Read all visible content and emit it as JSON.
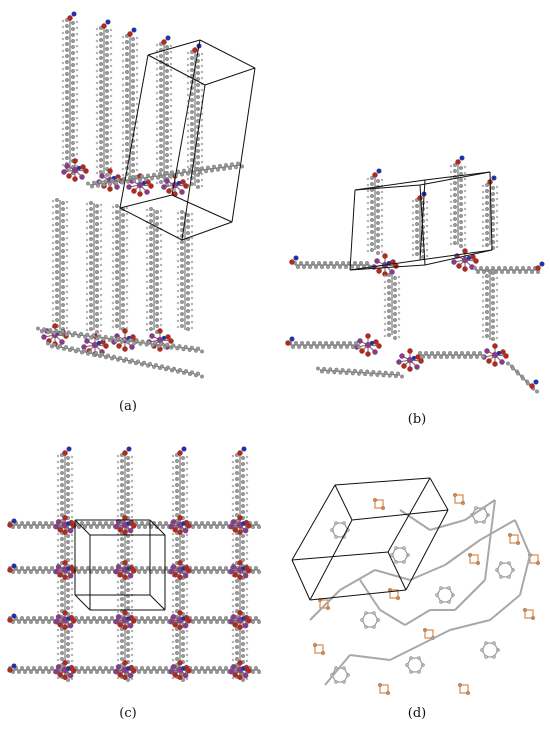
{
  "figure": {
    "panels": [
      {
        "id": "a",
        "label": "(a)"
      },
      {
        "id": "b",
        "label": "(b)"
      },
      {
        "id": "c",
        "label": "(c)"
      },
      {
        "id": "d",
        "label": "(d)"
      }
    ],
    "colors": {
      "carbon": "#9a9a9a",
      "carbon_light": "#bdbdbd",
      "oxygen": "#b5281e",
      "nitrogen": "#1f2fb0",
      "metal": "#8a3a8f",
      "hydrogen": "#dcdcdc",
      "cell_edge": "#111111",
      "bond_d": "#d9884a"
    }
  }
}
